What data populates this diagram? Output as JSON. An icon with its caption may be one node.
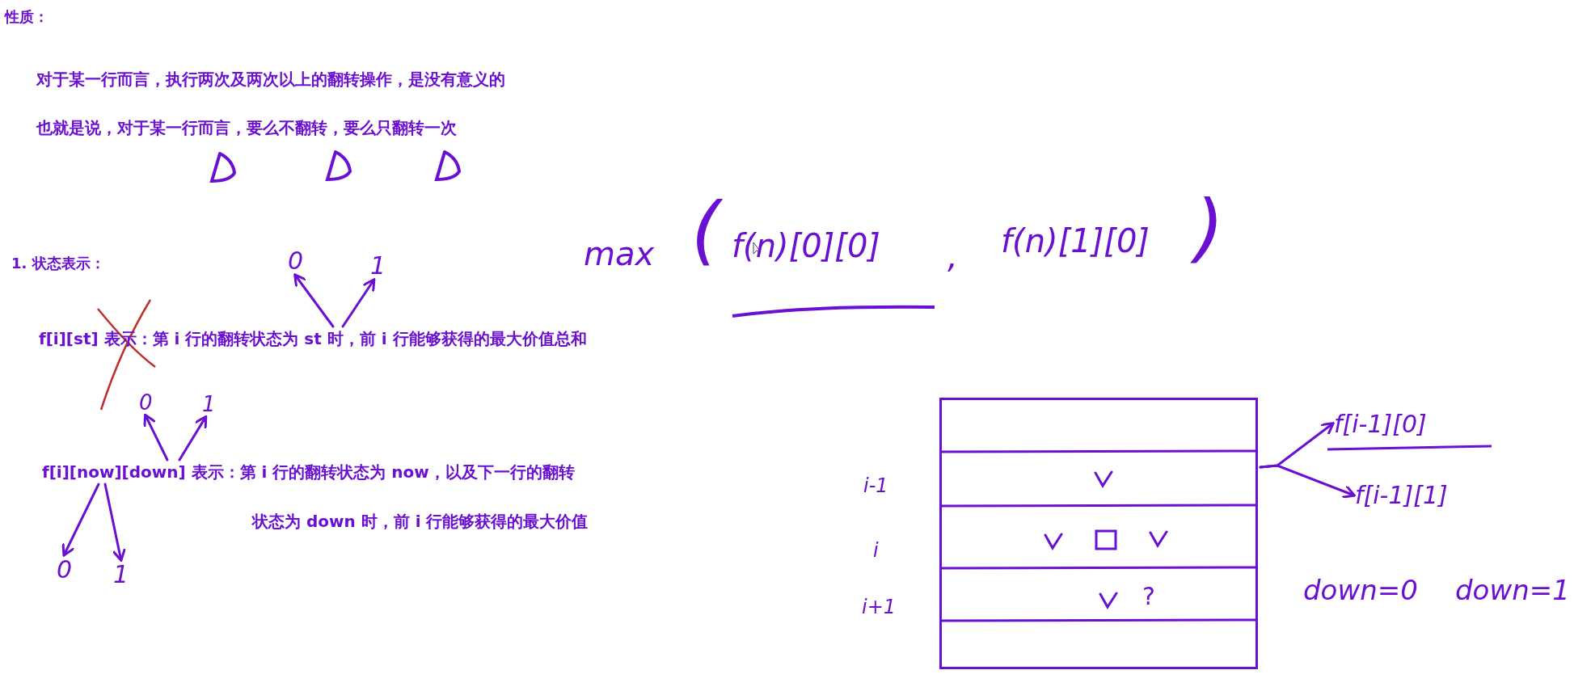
{
  "diagram": {
    "nodes": [
      {
        "text": [
          "f[i][st] 表示：第 i 行的翻转状态为 st 时，前 i 行能够获得的最大价值总和"
        ]
      },
      {
        "text": [
          "0"
        ]
      },
      {
        "text": [
          "1"
        ]
      },
      {
        "text": [
          "f[i][now][down] 表示：第 i 行的翻转状态为 now，以及下一行的翻转"
        ]
      },
      {
        "text": [
          "0"
        ]
      },
      {
        "text": [
          "1"
        ]
      },
      {
        "text": [
          "0"
        ]
      },
      {
        "text": [
          "1"
        ]
      },
      {
        "text": [
          "?"
        ]
      },
      {
        "text": [
          "f[i-1][0]"
        ]
      },
      {
        "text": [
          "f[i-1][1]"
        ]
      }
    ],
    "edges": [
      {
        "from": 0,
        "to": 1,
        "arrow": "to"
      },
      {
        "from": 0,
        "to": 2,
        "arrow": "to"
      },
      {
        "from": 3,
        "to": 4,
        "arrow": "to"
      },
      {
        "from": 3,
        "to": 5,
        "arrow": "to"
      },
      {
        "from": 3,
        "to": 6,
        "arrow": "to"
      },
      {
        "from": 3,
        "to": 7,
        "arrow": "to"
      },
      {
        "from": 8,
        "to": 9,
        "arrow": "to"
      },
      {
        "from": 8,
        "to": 10,
        "arrow": "to"
      }
    ],
    "labels": [
      "性质：",
      "对于某一行而言，执行两次及两次以上的翻转操作，是没有意义的",
      "也就是说，对于某一行而言，要么不翻转，要么只翻转一次",
      "1. 状态表示：",
      "max",
      "(",
      "f(n)[0][0]",
      ",",
      "f(n)[1][0]",
      ")",
      "状态为 down 时，前 i 行能够获得的最大价值",
      "i-1",
      "i",
      "i+1",
      "down=0",
      "down=1"
    ]
  }
}
